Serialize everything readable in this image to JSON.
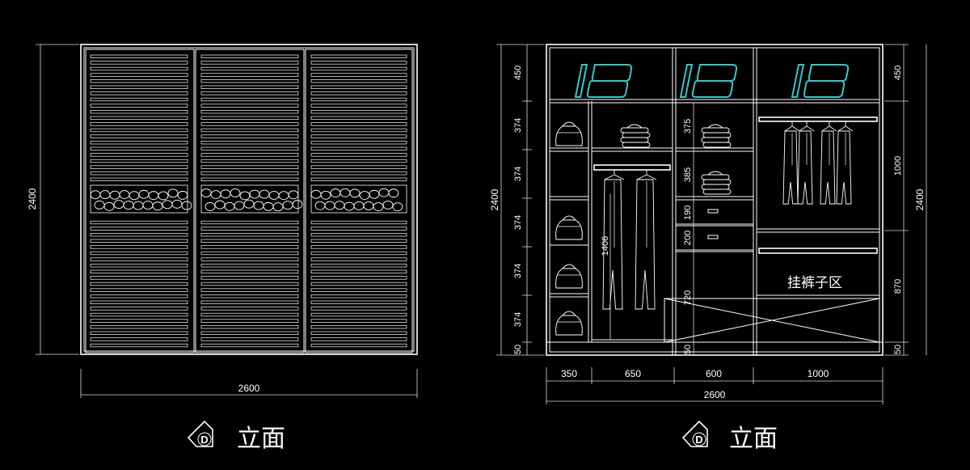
{
  "colors": {
    "background": "#000000",
    "line": "#ffffff",
    "accent": "#35c8c8"
  },
  "left_elevation": {
    "height_label": "2400",
    "width_label": "2600",
    "marker_letter": "D",
    "title": "立面"
  },
  "right_elevation": {
    "height_label": "2400",
    "left_dims": [
      "450",
      "374",
      "374",
      "374",
      "374",
      "374",
      "50"
    ],
    "right_dims": [
      "450",
      "1000",
      "870",
      "50"
    ],
    "inner_dims": [
      "375",
      "385",
      "190",
      "200",
      "720",
      "50"
    ],
    "hanging_dim": "1406",
    "bottom_dims": [
      "350",
      "650",
      "600",
      "1000"
    ],
    "total_width": "2600",
    "zone_note": "挂裤子区",
    "marker_letter": "D",
    "title": "立面"
  }
}
